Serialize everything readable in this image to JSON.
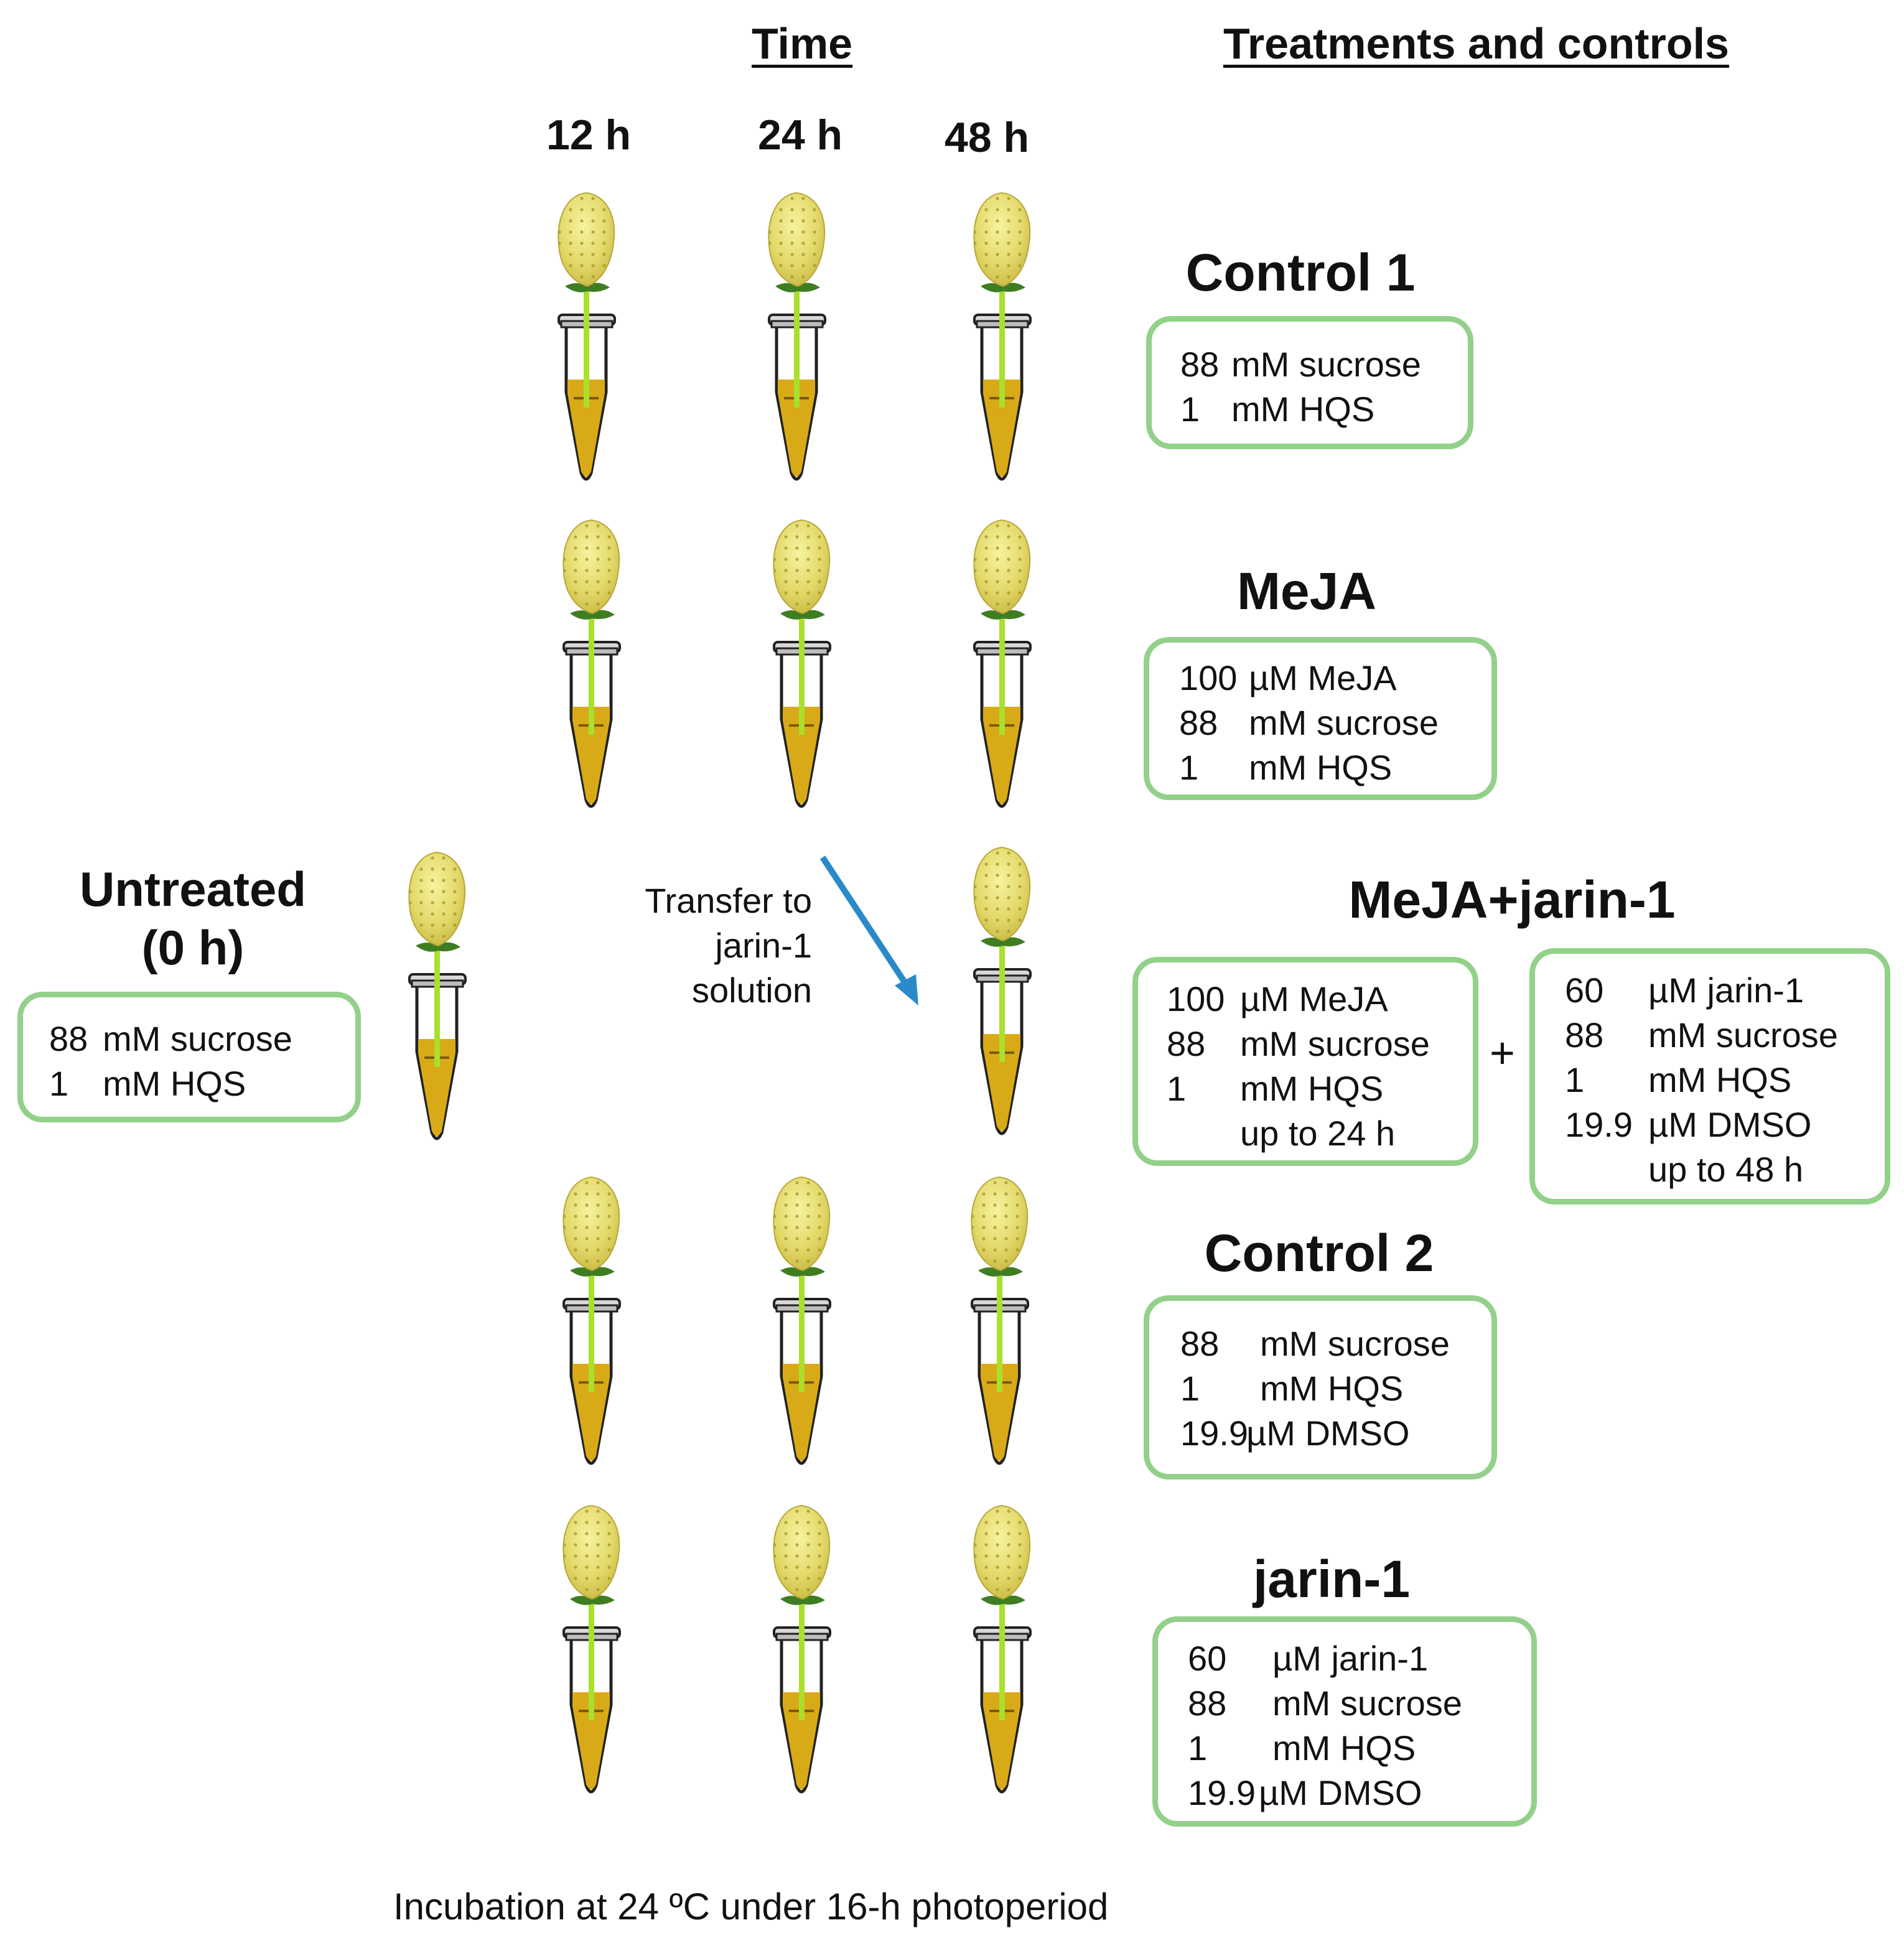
{
  "headers": {
    "time": "Time",
    "treatments": "Treatments and controls"
  },
  "time_points": [
    "12 h",
    "24 h",
    "48 h"
  ],
  "untreated": {
    "title_line1": "Untreated",
    "title_line2": "(0 h)",
    "box": {
      "l1_num": "88",
      "l1_txt": "mM sucrose",
      "l2_num": "1",
      "l2_txt": "mM HQS"
    }
  },
  "transfer_note": {
    "line1": "Transfer to",
    "line2": "jarin-1",
    "line3": "solution"
  },
  "treatments": {
    "control1": {
      "title": "Control 1",
      "rows": [
        {
          "n": "88",
          "t": "mM sucrose"
        },
        {
          "n": "1",
          "t": "mM HQS"
        }
      ]
    },
    "meja": {
      "title": "MeJA",
      "rows": [
        {
          "n": "100",
          "t": "µM MeJA"
        },
        {
          "n": "88",
          "t": "mM sucrose"
        },
        {
          "n": "1",
          "t": "mM HQS"
        }
      ]
    },
    "meja_jarin": {
      "title": "MeJA+jarin-1",
      "box_a": {
        "rows": [
          {
            "n": "100",
            "t": "µM MeJA"
          },
          {
            "n": "88",
            "t": "mM sucrose"
          },
          {
            "n": "1",
            "t": "mM HQS"
          }
        ],
        "note": "up to 24 h"
      },
      "plus": "+",
      "box_b": {
        "rows": [
          {
            "n": "60",
            "t": "µM jarin-1"
          },
          {
            "n": "88",
            "t": "mM sucrose"
          },
          {
            "n": "1",
            "t": "mM HQS"
          },
          {
            "n": "19.9",
            "t": "µM DMSO"
          }
        ],
        "note": "up to 48 h"
      }
    },
    "control2": {
      "title": "Control 2",
      "rows": [
        {
          "n": "88",
          "t": "mM sucrose"
        },
        {
          "n": "1",
          "t": "mM HQS"
        },
        {
          "n": "19.9",
          "t": "µM DMSO"
        }
      ]
    },
    "jarin1": {
      "title": "jarin-1",
      "rows": [
        {
          "n": "60",
          "t": "µM jarin-1"
        },
        {
          "n": "88",
          "t": "mM sucrose"
        },
        {
          "n": "1",
          "t": "mM HQS"
        },
        {
          "n": "19.9",
          "t": "µM DMSO"
        }
      ]
    }
  },
  "footer": "Incubation at 24 ºC under 16-h photoperiod",
  "colors": {
    "box_border": "#93d08a",
    "liquid": "#d9aa18",
    "stem": "#a8e02c",
    "fruit": "#e8e06a",
    "arrow": "#2a8ac8"
  }
}
